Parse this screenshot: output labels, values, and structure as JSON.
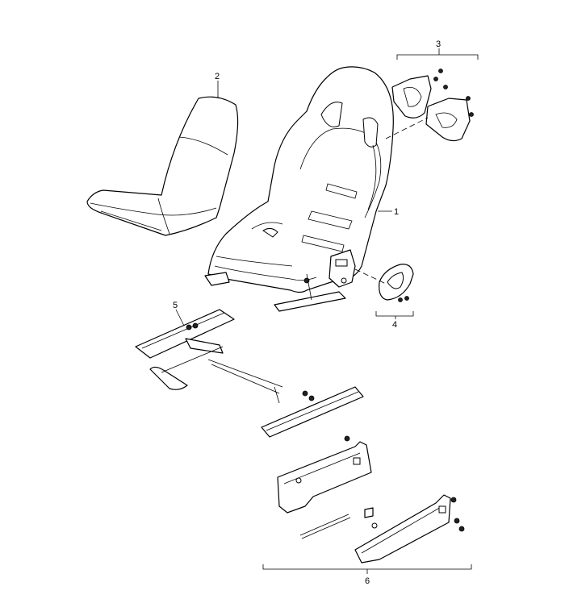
{
  "callouts": {
    "seat_shell": "1",
    "seat_cushion": "2",
    "headrest_bracket_set": "3",
    "belt_guide_set": "4",
    "seat_rail": "5",
    "seat_console_set": "6"
  }
}
